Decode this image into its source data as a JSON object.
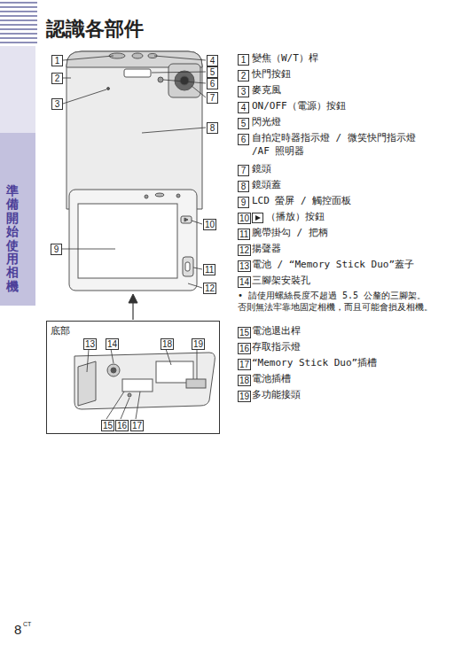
{
  "diagram": {
    "title": "認識各部件",
    "nodes": [
      {
        "text": [
          "底部"
        ]
      }
    ],
    "labels": [
      "準備開始使用相機",
      "1",
      "2",
      "3",
      "4",
      "5",
      "6",
      "7",
      "8",
      "10",
      "9",
      "11",
      "12",
      "13",
      "14",
      "18",
      "19",
      "15",
      "16",
      "17",
      "1",
      "變焦（W/T）桿",
      "2",
      "快門按鈕",
      "3",
      "麥克風",
      "4",
      "ON/OFF（電源）按鈕",
      "5",
      "閃光燈",
      "6",
      "自拍定時器指示燈 / 微笑快門指示燈 /AF 照明器",
      "7",
      "鏡頭",
      "8",
      "鏡頭蓋",
      "9",
      "LCD 螢屏 / 觸控面板",
      "10",
      "（播放）按鈕",
      "11",
      "腕帶掛勾 / 把柄",
      "12",
      "揚聲器",
      "13",
      "電池 / “Memory Stick Duo”蓋子",
      "14",
      "三腳架安裝孔",
      "• 請使用螺絲長度不超過 5.5 公釐的三腳架。否則無法牢靠地固定相機，而且可能會損及相機。",
      "15",
      "電池退出桿",
      "16",
      "存取指示燈",
      "17",
      "“Memory Stick Duo”插槽",
      "18",
      "電池插槽",
      "19",
      "多功能接頭",
      "8",
      "CT"
    ]
  }
}
